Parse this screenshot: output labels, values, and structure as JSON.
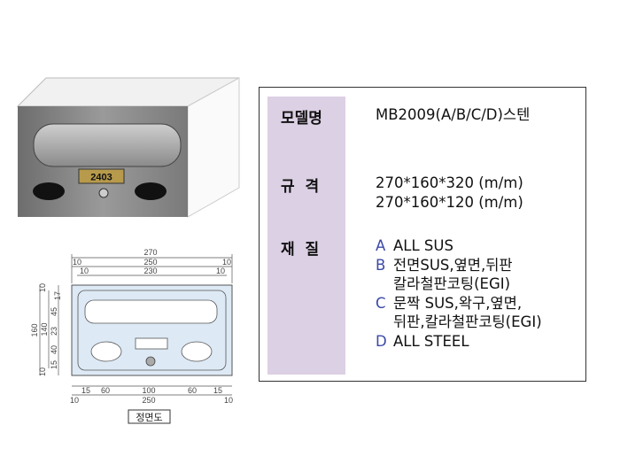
{
  "photo": {
    "plate_number": "2403"
  },
  "spec": {
    "model_label": "모델명",
    "model_value": "MB2009(A/B/C/D)스텐",
    "size_label": "규  격",
    "size_values": [
      "270*160*320 (m/m)",
      "270*160*120 (m/m)"
    ],
    "material_label": "재  질",
    "materials": [
      {
        "letter": "A",
        "lines": [
          "ALL SUS"
        ]
      },
      {
        "letter": "B",
        "lines": [
          "전면SUS,옆면,뒤판",
          "칼라철판코팅(EGI)"
        ]
      },
      {
        "letter": "C",
        "lines": [
          "문짝 SUS,왁구,옆면,",
          "뒤판,칼라철판코팅(EGI)"
        ]
      },
      {
        "letter": "D",
        "lines": [
          "ALL STEEL"
        ]
      }
    ],
    "accent_color": "#3b4aa8",
    "column_color": "#dcd0e4"
  },
  "drawing": {
    "caption": "정면도",
    "top_dims": {
      "total": "270",
      "row2": [
        "10",
        "250",
        "10"
      ],
      "row3": [
        "10",
        "230",
        "10"
      ]
    },
    "left_dims": {
      "total": "160",
      "inner": "140",
      "segments": [
        "10",
        "17",
        "45",
        "23",
        "40",
        "15",
        "10"
      ]
    },
    "bottom_dims": {
      "row1": [
        "15",
        "60",
        "100",
        "60",
        "15"
      ],
      "row2": [
        "10",
        "250",
        "10"
      ]
    }
  }
}
